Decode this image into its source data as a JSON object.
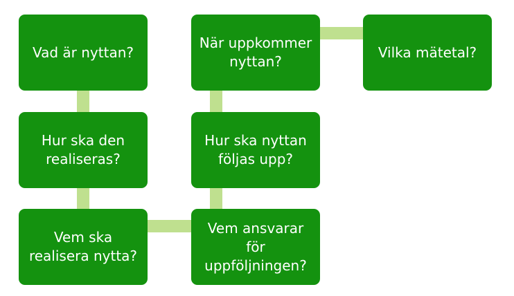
{
  "colors": {
    "box_fill": "#14920f",
    "box_text": "#ffffff",
    "connector": "#bfe08f",
    "background": "#ffffff"
  },
  "boxes": [
    {
      "text": "Vad är nyttan?"
    },
    {
      "text": "Hur ska den realiseras?"
    },
    {
      "text": "Vem ska realisera nytta?"
    },
    {
      "text": "Vem ansvarar för uppföljningen?"
    },
    {
      "text": "Hur ska nyttan följas upp?"
    },
    {
      "text": "När uppkommer nyttan?"
    },
    {
      "text": "Vilka mätetal?"
    }
  ],
  "flow": [
    [
      "boxes.0",
      "boxes.1"
    ],
    [
      "boxes.1",
      "boxes.2"
    ],
    [
      "boxes.2",
      "boxes.3"
    ],
    [
      "boxes.3",
      "boxes.4"
    ],
    [
      "boxes.4",
      "boxes.5"
    ],
    [
      "boxes.5",
      "boxes.6"
    ]
  ]
}
